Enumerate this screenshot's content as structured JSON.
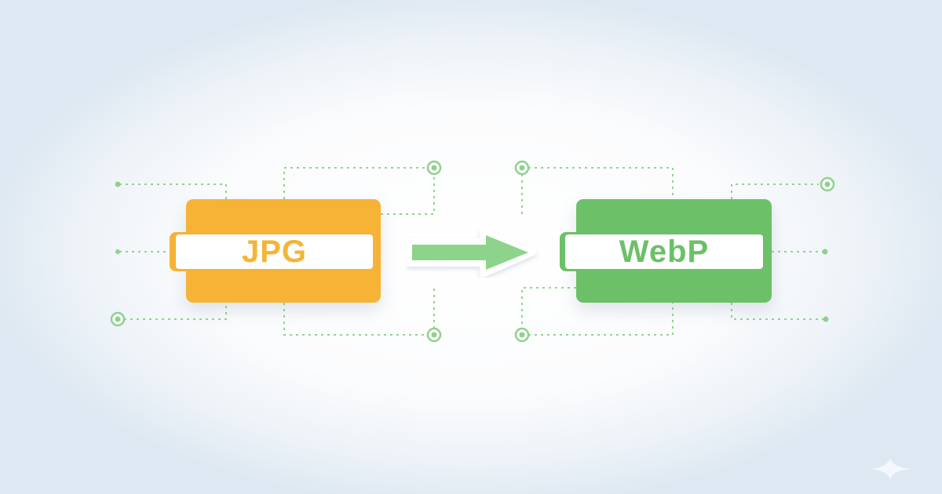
{
  "graphic": {
    "source_format": {
      "label": "JPG",
      "color": "#f6b335"
    },
    "target_format": {
      "label": "WebP",
      "color": "#6cc067"
    },
    "arrow": {
      "direction": "right",
      "color": "#8ed38b"
    },
    "circuit_line_color": "#8fd18c",
    "corner_icon": "sparkle-icon"
  }
}
